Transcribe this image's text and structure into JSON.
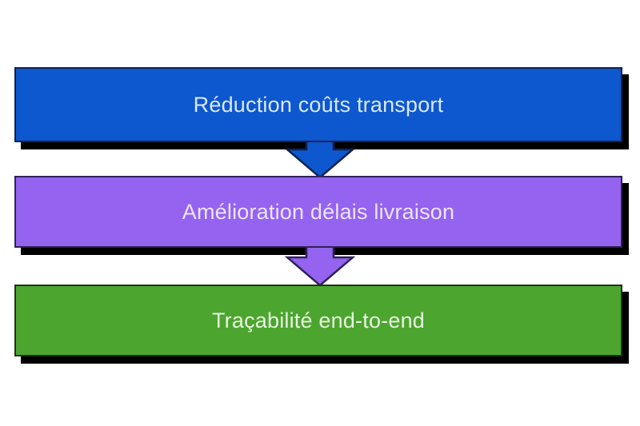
{
  "diagram": {
    "title": "flow-diagram-supply-chain-benefits",
    "background_color": "#ffffff",
    "shadow_color": "#000000",
    "steps": [
      {
        "label": "Réduction coûts transport",
        "fill": "#0d57cf",
        "border": "#12224e",
        "text_color": "#d9e8fb"
      },
      {
        "label": "Amélioration délais livraison",
        "fill": "#9463ef",
        "border": "#2e2257",
        "text_color": "#ece4fc"
      },
      {
        "label": "Traçabilité end-to-end",
        "fill": "#4ca52e",
        "border": "#233019",
        "text_color": "#e8f4e1"
      }
    ],
    "connectors": [
      {
        "name": "down-arrow-1",
        "fill": "#0d57cf",
        "stroke": "#12224e"
      },
      {
        "name": "down-arrow-2",
        "fill": "#9463ef",
        "stroke": "#2e2257"
      }
    ]
  }
}
